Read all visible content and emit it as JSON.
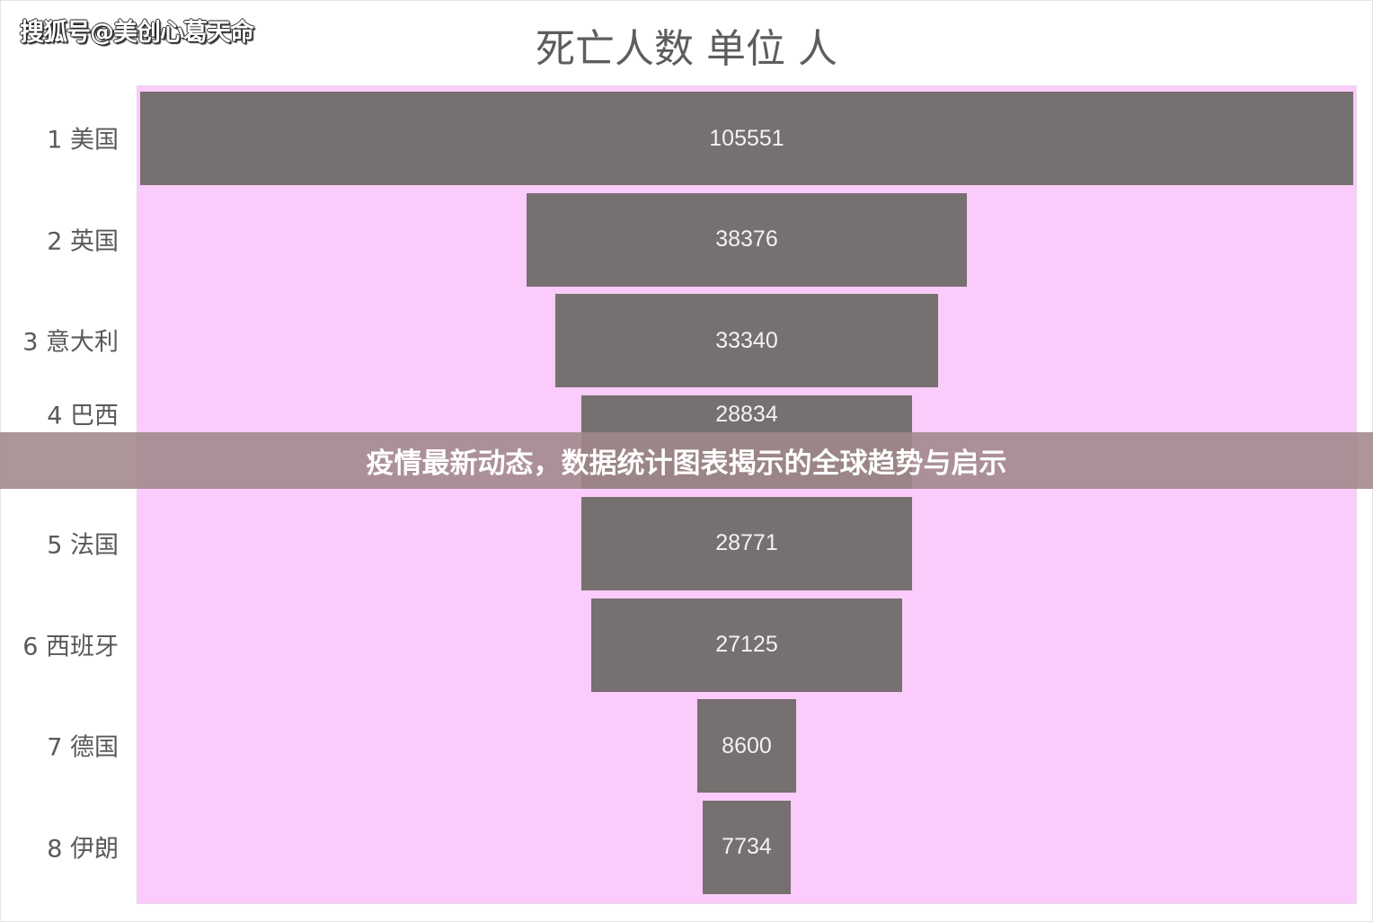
{
  "watermark": "搜狐号@美创心葛天命",
  "banner": "疫情最新动态，数据统计图表揭示的全球趋势与启示",
  "chart_data": {
    "type": "bar",
    "subtype": "funnel",
    "title": "死亡人数 单位 人",
    "categories": [
      "1 美国",
      "2 英国",
      "3 意大利",
      "4 巴西",
      "5 法国",
      "6 西班牙",
      "7 德国",
      "8 伊朗"
    ],
    "values": [
      105551,
      38376,
      33340,
      28834,
      28771,
      27125,
      8600,
      7734
    ],
    "data_labels": [
      "105551",
      "38376",
      "33340",
      "28834",
      "28771",
      "27125",
      "8600",
      "7734"
    ],
    "bar_color": "#767070",
    "plot_background": "#fbcbfb",
    "grid": false,
    "legend": "none"
  }
}
